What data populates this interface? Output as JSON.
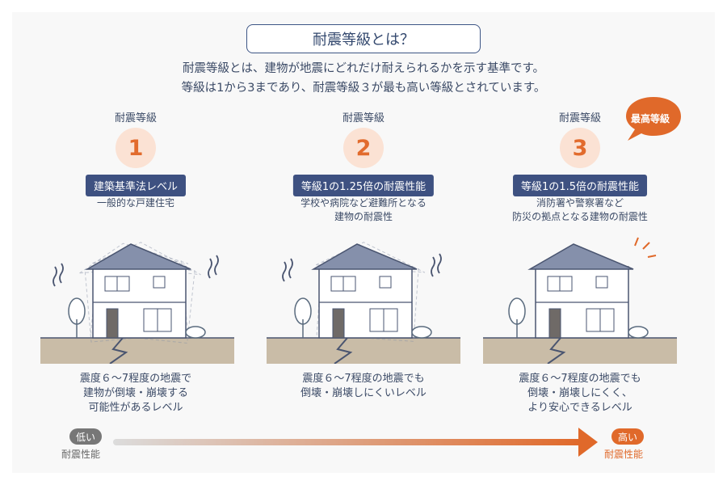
{
  "title": "耐震等級とは？",
  "intro": [
    "耐震等級とは、建物が地震にどれだけ耐えられるかを示す基準です。",
    "等級は1から3まであり、耐震等級３が最も高い等級とされています。"
  ],
  "top_badge": "最高等級",
  "levels": [
    {
      "label": "耐震等級",
      "number": "1",
      "badge": "建築基準法レベル",
      "desc": [
        "一般的な戸建住宅"
      ],
      "caption": [
        "震度６～7程度の地震で",
        "建物が倒壊・崩壊する",
        "可能性があるレベル"
      ]
    },
    {
      "label": "耐震等級",
      "number": "2",
      "badge": "等級1の1.25倍の耐震性能",
      "desc": [
        "学校や病院など避難所となる",
        "建物の耐震性"
      ],
      "caption": [
        "震度６～7程度の地震でも",
        "倒壊・崩壊しにくいレベル"
      ]
    },
    {
      "label": "耐震等級",
      "number": "3",
      "badge": "等級1の1.5倍の耐震性能",
      "desc": [
        "消防署や警察署など",
        "防災の拠点となる建物の耐震性"
      ],
      "caption": [
        "震度６～7程度の地震でも",
        "倒壊・崩壊しにくく、",
        "より安心できるレベル"
      ]
    }
  ],
  "scale": {
    "low_pill": "低い",
    "low_label": "耐震性能",
    "high_pill": "高い",
    "high_label": "耐震性能"
  },
  "colors": {
    "navy": "#3e5181",
    "accent_orange": "#e0692a",
    "circle_bg": "#fbe2d4",
    "ground": "#c9bca7"
  }
}
